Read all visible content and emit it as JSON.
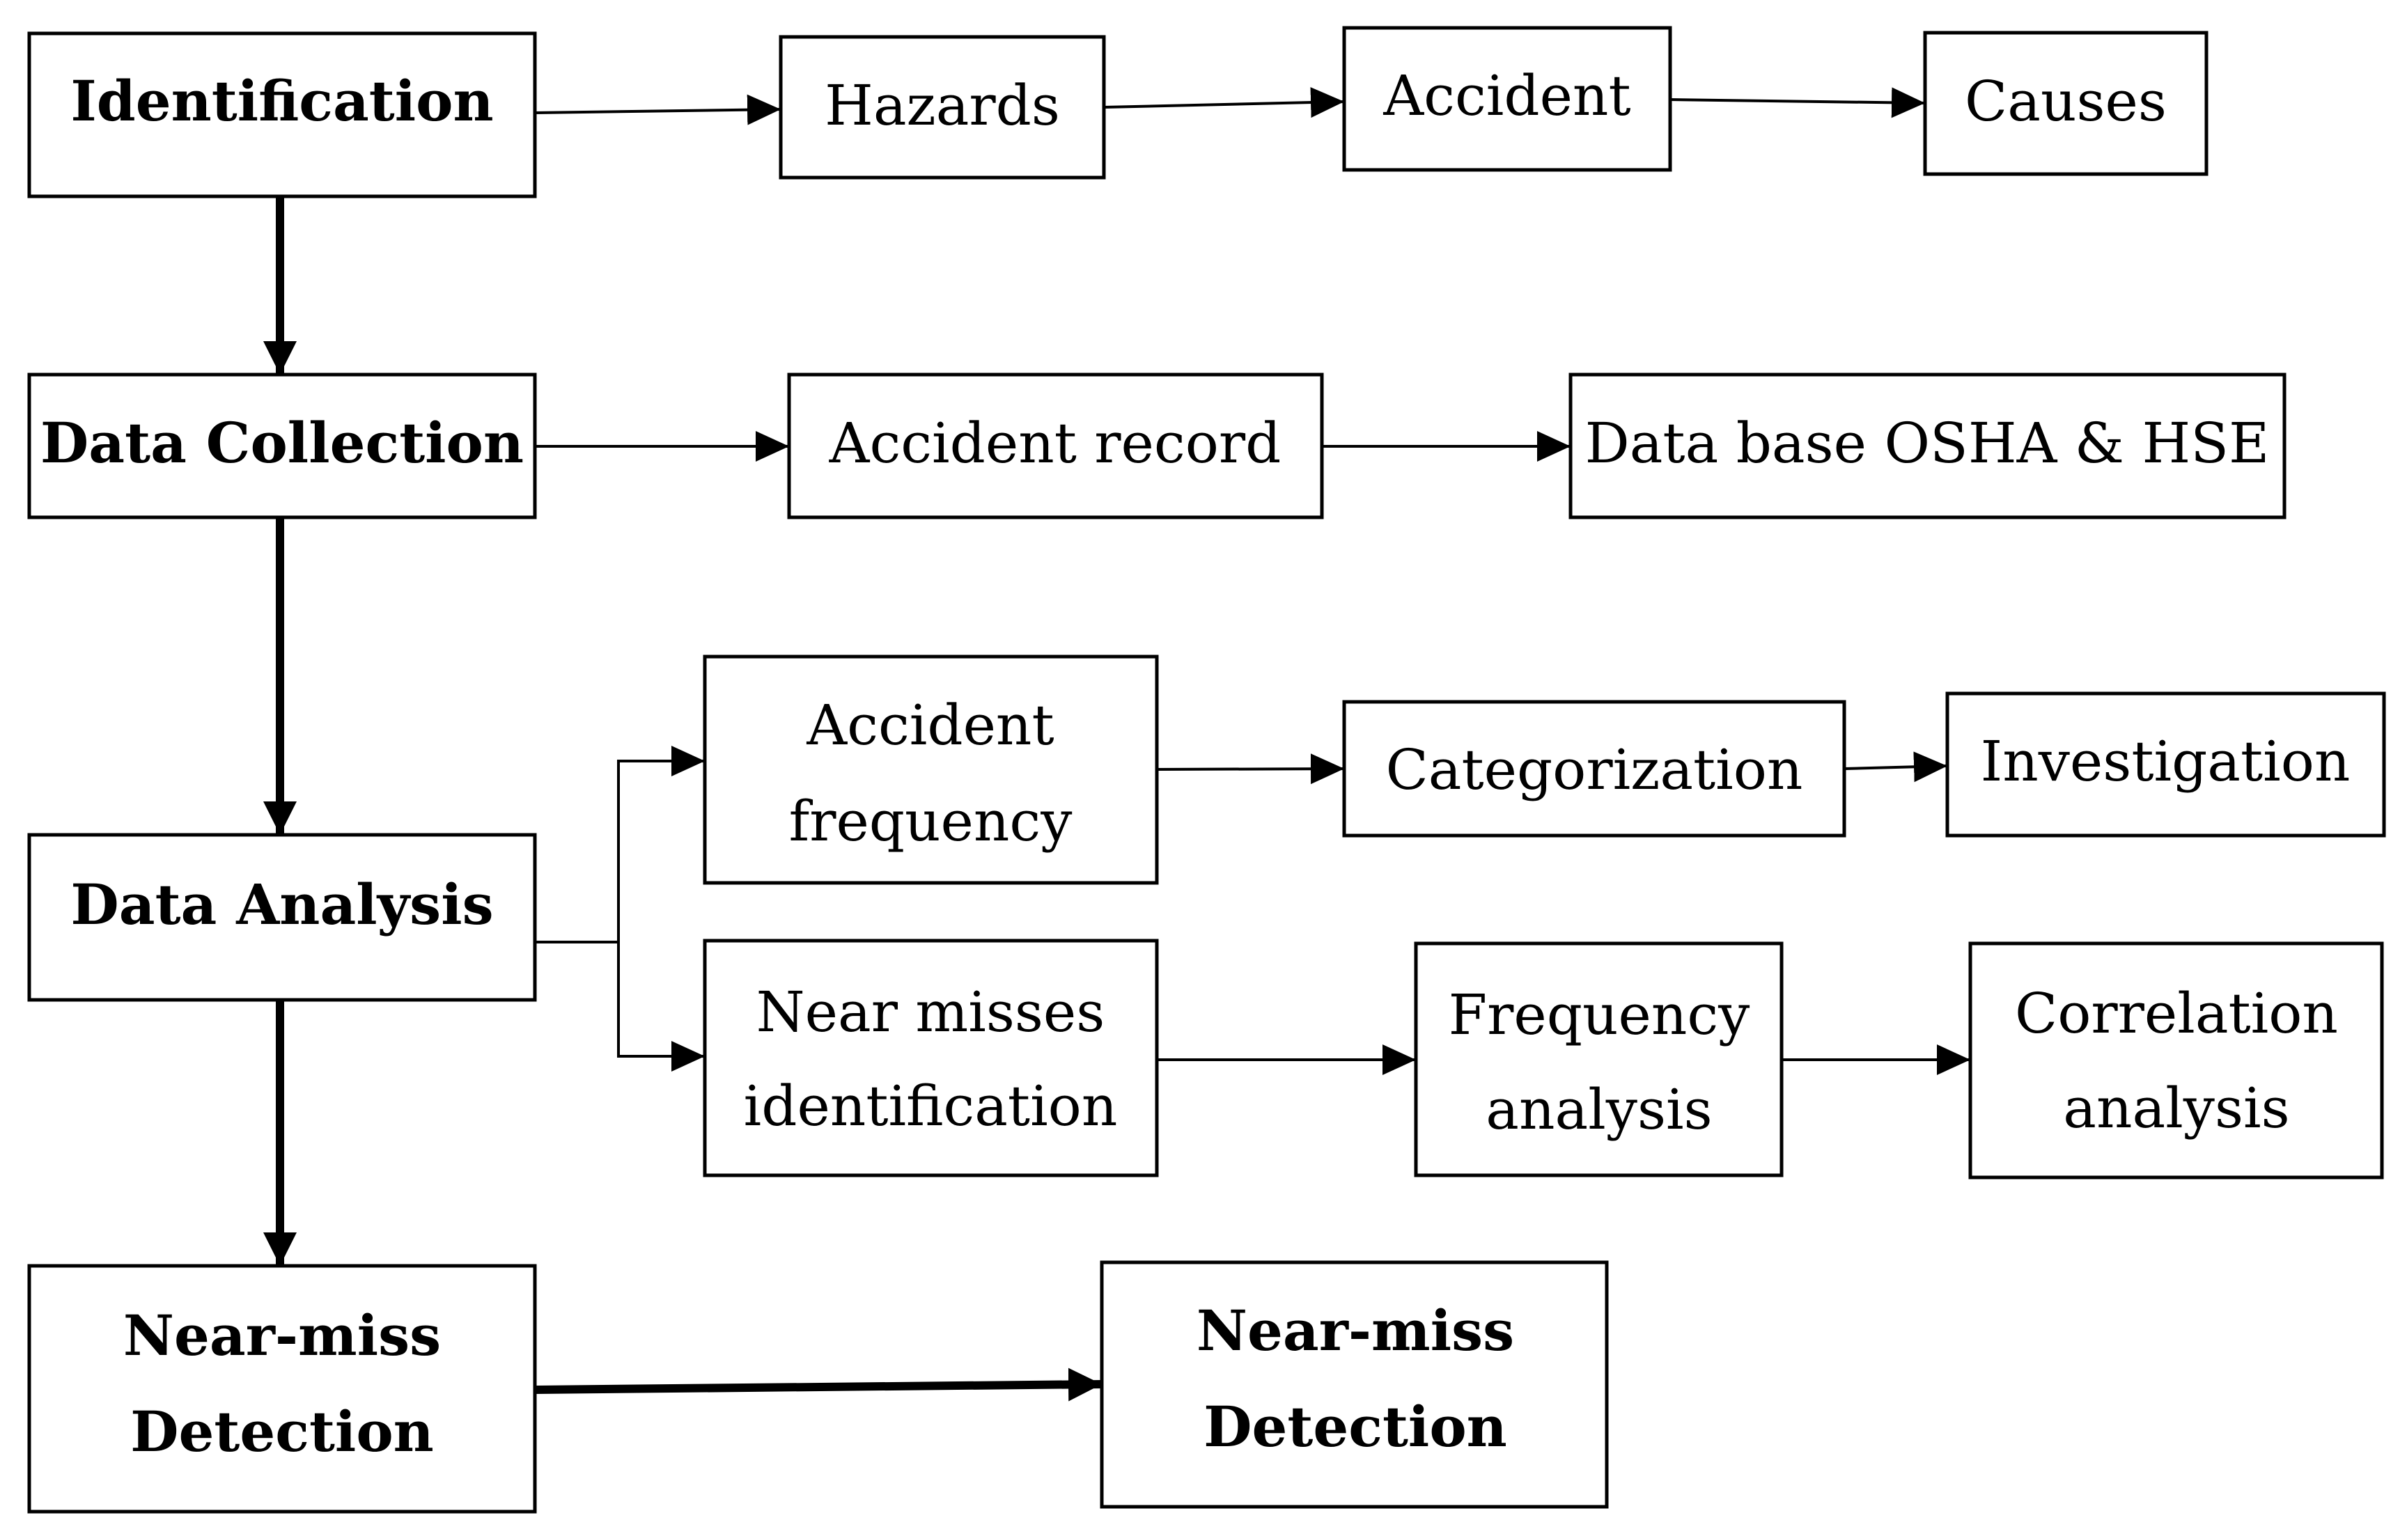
{
  "diagram": {
    "nodes": {
      "identification": {
        "lines": [
          "Identification"
        ],
        "bold": true
      },
      "hazards": {
        "lines": [
          "Hazards"
        ]
      },
      "accident": {
        "lines": [
          "Accident"
        ]
      },
      "causes": {
        "lines": [
          "Causes"
        ]
      },
      "data_collection": {
        "lines": [
          "Data Collection"
        ],
        "bold": true
      },
      "accident_record": {
        "lines": [
          "Accident record"
        ]
      },
      "database": {
        "lines": [
          "Data base OSHA & HSE"
        ]
      },
      "accident_frequency": {
        "lines": [
          "Accident",
          "frequency"
        ]
      },
      "categorization": {
        "lines": [
          "Categorization"
        ]
      },
      "investigation": {
        "lines": [
          "Investigation"
        ]
      },
      "data_analysis": {
        "lines": [
          "Data Analysis"
        ],
        "bold": true
      },
      "near_misses_identification": {
        "lines": [
          "Near misses",
          "identification"
        ]
      },
      "frequency_analysis": {
        "lines": [
          "Frequency",
          "analysis"
        ]
      },
      "correlation_analysis": {
        "lines": [
          "Correlation",
          "analysis"
        ]
      },
      "near_miss_detection_left": {
        "lines": [
          "Near-miss",
          "Detection"
        ],
        "bold": true
      },
      "near_miss_detection_right": {
        "lines": [
          "Near-miss",
          "Detection"
        ],
        "bold": true
      }
    },
    "edges": [
      {
        "from": "identification",
        "to": "hazards"
      },
      {
        "from": "hazards",
        "to": "accident"
      },
      {
        "from": "accident",
        "to": "causes"
      },
      {
        "from": "identification",
        "to": "data_collection",
        "weight": "thick"
      },
      {
        "from": "data_collection",
        "to": "accident_record"
      },
      {
        "from": "accident_record",
        "to": "database"
      },
      {
        "from": "data_collection",
        "to": "data_analysis",
        "weight": "thick"
      },
      {
        "from": "data_analysis",
        "to": "accident_frequency"
      },
      {
        "from": "data_analysis",
        "to": "near_misses_identification"
      },
      {
        "from": "accident_frequency",
        "to": "categorization"
      },
      {
        "from": "categorization",
        "to": "investigation"
      },
      {
        "from": "near_misses_identification",
        "to": "frequency_analysis"
      },
      {
        "from": "frequency_analysis",
        "to": "correlation_analysis"
      },
      {
        "from": "data_analysis",
        "to": "near_miss_detection_left",
        "weight": "thick"
      },
      {
        "from": "near_miss_detection_left",
        "to": "near_miss_detection_right",
        "weight": "thick"
      }
    ]
  }
}
